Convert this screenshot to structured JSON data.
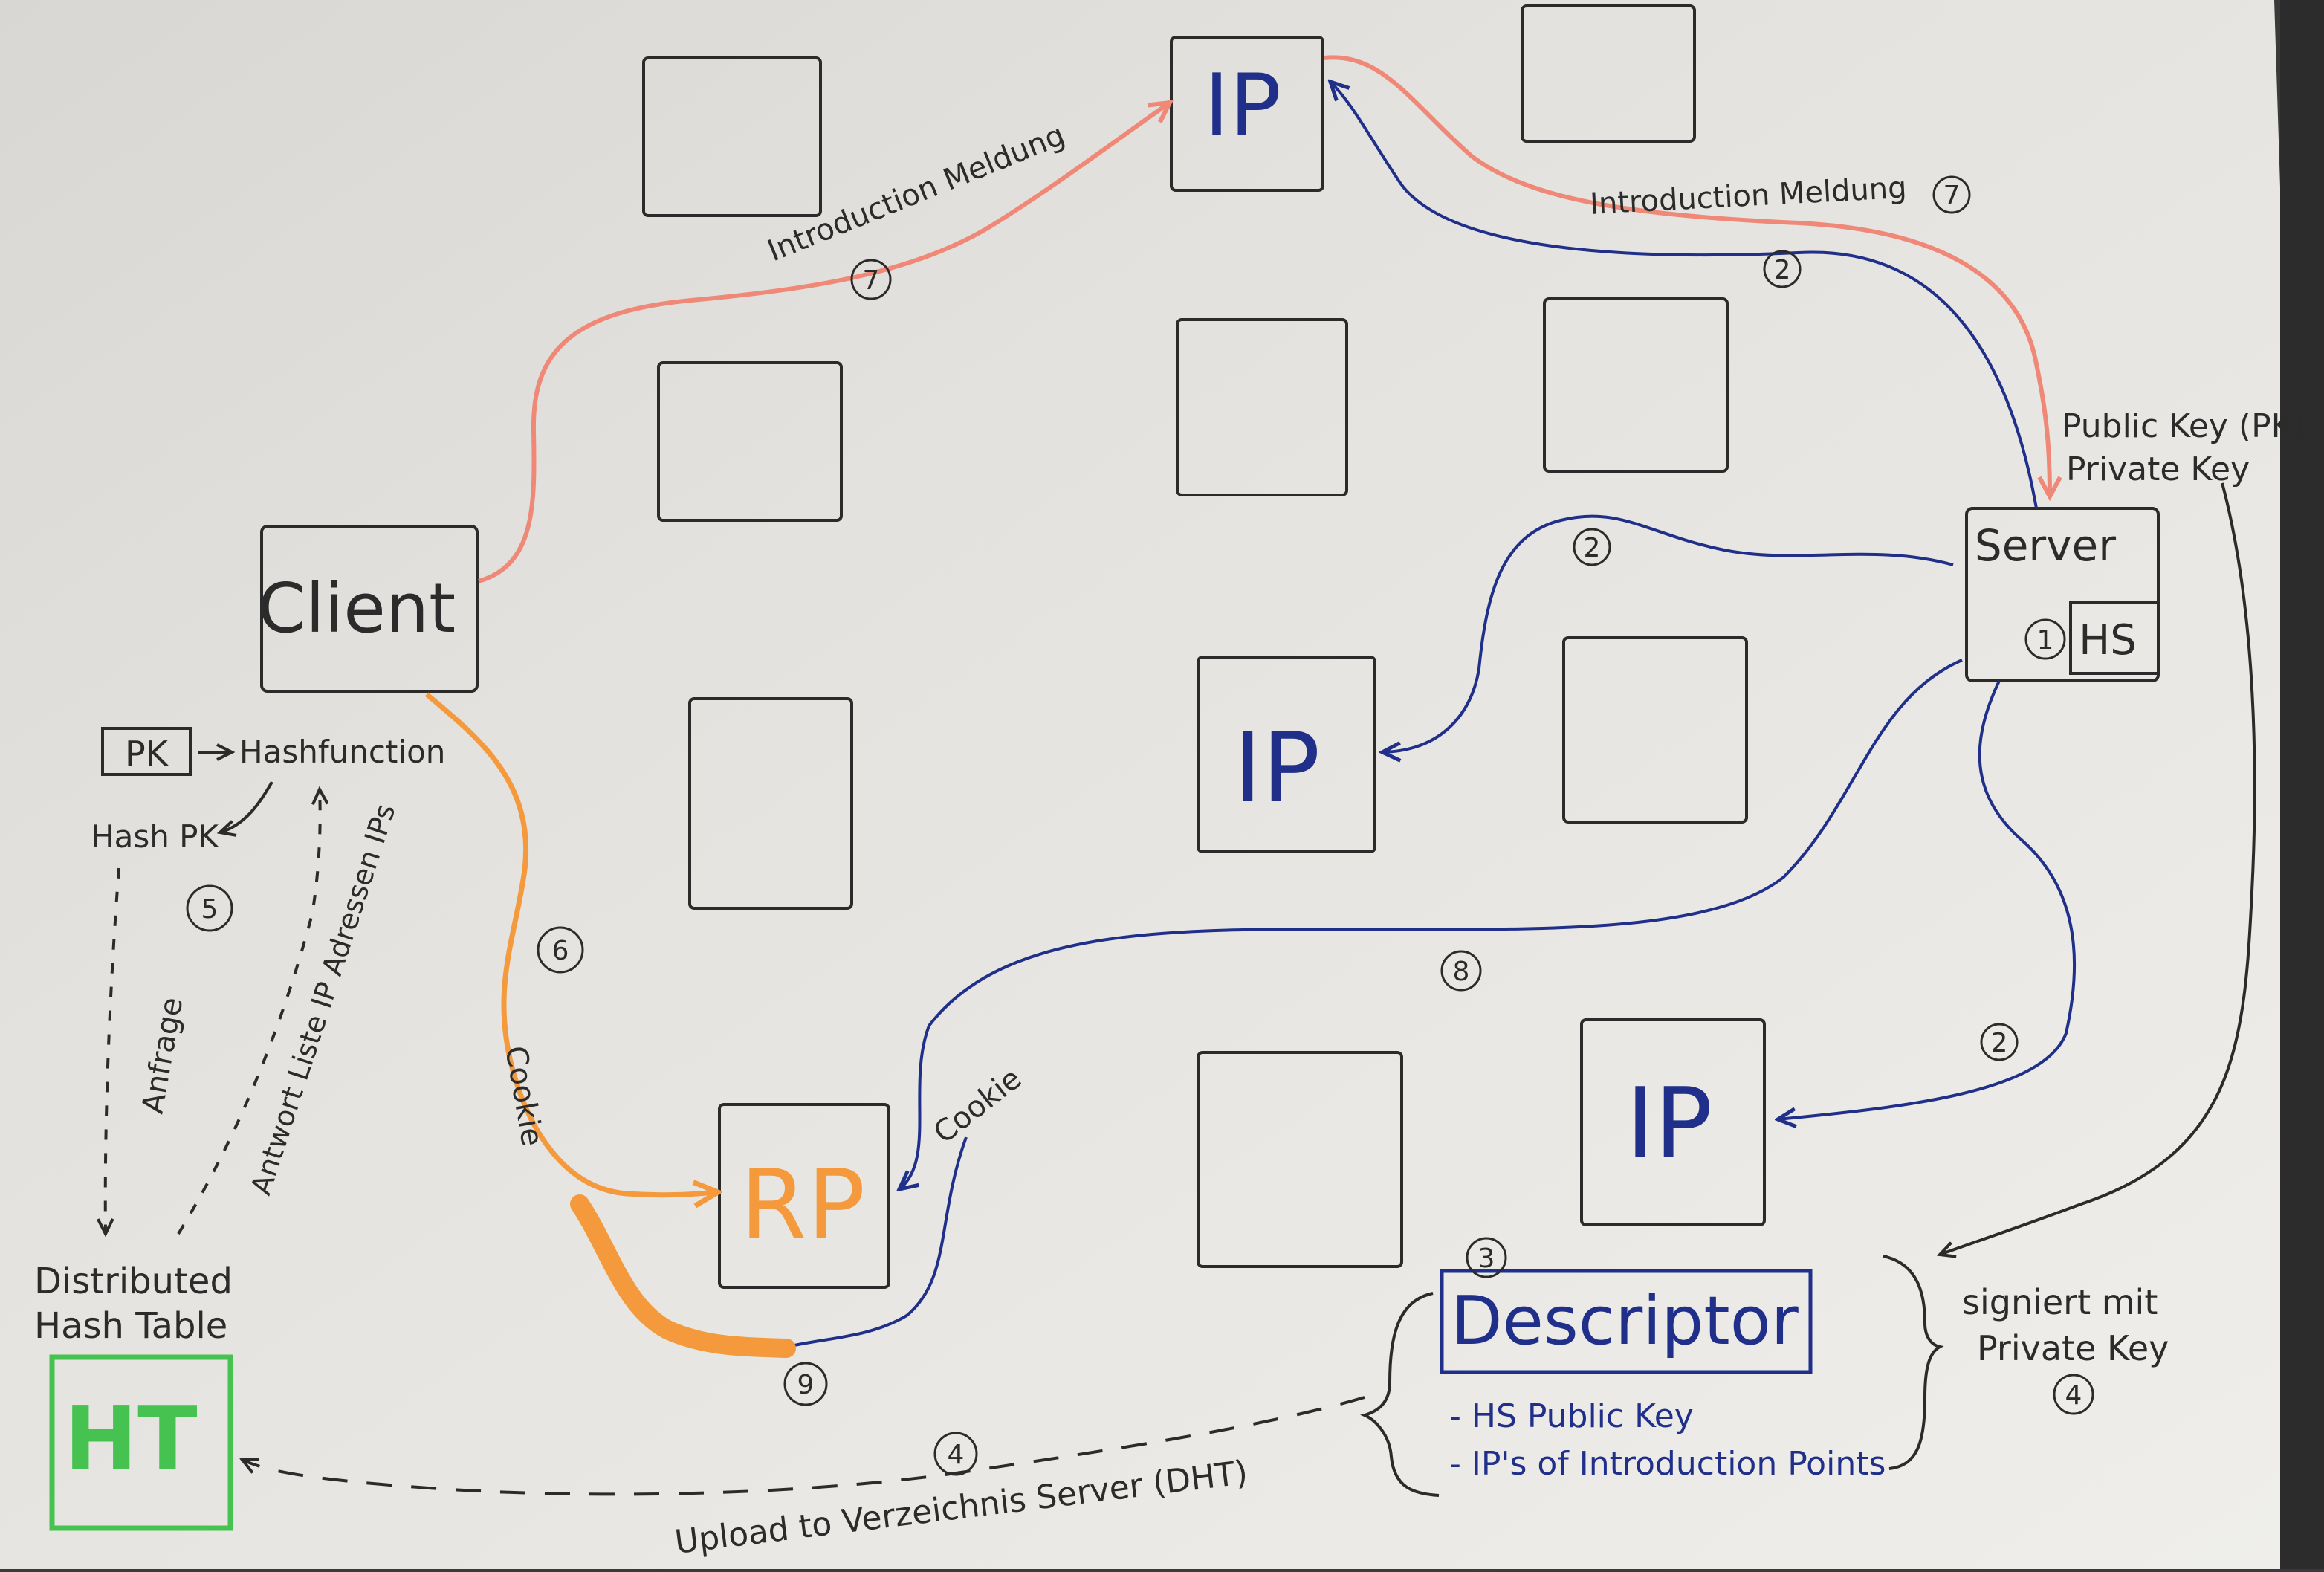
{
  "colors": {
    "ink": "#2b2b2b",
    "blue": "#1f2f8a",
    "pink": "#f08878",
    "orange": "#f59a3c",
    "green": "#45c24f",
    "paper": "#e9e8e4"
  },
  "nodes": {
    "client": "Client",
    "server": "Server",
    "hs": "HS",
    "ip_top": "IP",
    "ip_mid": "IP",
    "ip_bottom": "IP",
    "rp": "RP",
    "ht": "HT",
    "descriptor": "Descriptor",
    "pk": "PK"
  },
  "labels": {
    "hashfunction": "Hashfunction",
    "hash_pk": "Hash PK",
    "anfrage": "Anfrage",
    "antwort": "Antwort Liste IP Adressen IPs",
    "dht_line1": "Distributed",
    "dht_line2": "Hash Table",
    "intro_left": "Introduction Meldung",
    "intro_right": "Introduction Meldung",
    "cookie_left": "Cookie",
    "cookie_right": "Cookie",
    "key_line1": "Public Key (PK)",
    "key_line2": "Private Key",
    "signed_line1": "signiert mit",
    "signed_line2": "Private Key",
    "desc_item1": "- HS Public Key",
    "desc_item2": "- IP's of Introduction Points",
    "upload": "Upload to Verzeichnis Server (DHT)"
  },
  "steps": {
    "s1": "1",
    "s2a": "2",
    "s2b": "2",
    "s2c": "2",
    "s3": "3",
    "s4a": "4",
    "s4b": "4",
    "s5": "5",
    "s6": "6",
    "s7a": "7",
    "s7b": "7",
    "s8": "8",
    "s9": "9"
  }
}
